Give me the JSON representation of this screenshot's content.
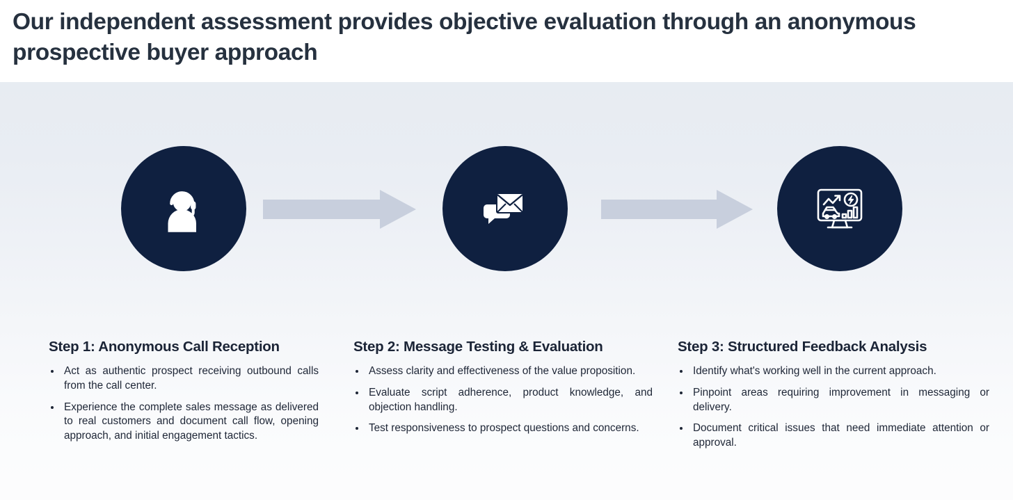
{
  "header": {
    "headline": "Our independent assessment provides objective evaluation through an anonymous prospective buyer approach"
  },
  "colors": {
    "circle_fill": "#0f2040",
    "arrow_fill": "#c8cfdd",
    "heading_text": "#26313f",
    "body_text": "#1e2636",
    "panel_gradient_top": "#e7ecf2",
    "panel_gradient_bottom": "#fcfcfd",
    "header_background": "#ffffff"
  },
  "flow": {
    "nodes": [
      {
        "id": "step-1",
        "icon": "headset-agent-icon",
        "icon_label": "Support agent wearing headset"
      },
      {
        "id": "step-2",
        "icon": "envelope-chat-icon",
        "icon_label": "Envelope over speech bubble"
      },
      {
        "id": "step-3",
        "icon": "analytics-dashboard-monitor-icon",
        "icon_label": "Monitor with trend arrow, lightning bolt, car and bar chart"
      }
    ],
    "connectors": [
      {
        "id": "arrow-1",
        "icon": "right-arrow-icon"
      },
      {
        "id": "arrow-2",
        "icon": "right-arrow-icon"
      }
    ]
  },
  "steps": [
    {
      "title": "Step 1: Anonymous Call Reception",
      "bullets": [
        "Act as authentic prospect receiving outbound calls from the call center.",
        "Experience the complete sales message as delivered to real customers and document call flow, opening approach, and initial engagement tactics."
      ]
    },
    {
      "title": "Step 2: Message Testing & Evaluation",
      "bullets": [
        "Assess clarity and effectiveness of the value proposition.",
        "Evaluate script adherence, product knowledge, and objection handling.",
        "Test responsiveness to prospect questions and concerns."
      ]
    },
    {
      "title": "Step 3: Structured Feedback Analysis",
      "bullets": [
        "Identify what's working well in the current approach.",
        "Pinpoint areas requiring improvement in messaging or delivery.",
        "Document critical issues that need immediate attention or approval."
      ]
    }
  ]
}
